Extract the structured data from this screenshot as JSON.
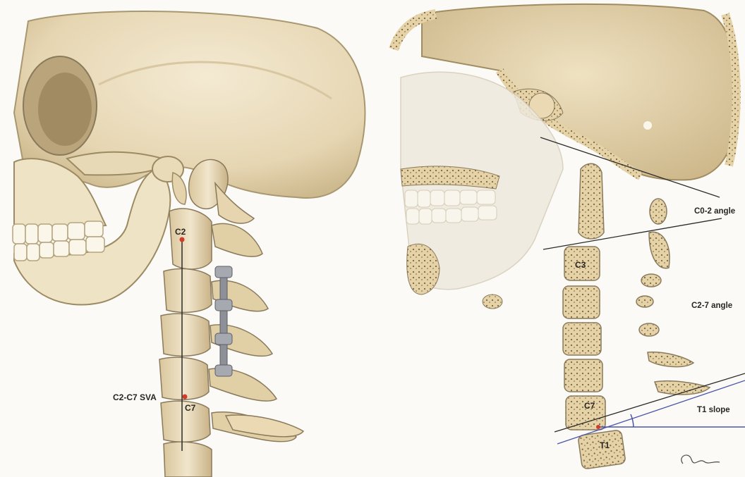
{
  "left_panel": {
    "labels": {
      "c2": "C2",
      "c7": "C7",
      "sva": "C2-C7 SVA"
    }
  },
  "right_panel": {
    "labels": {
      "c3": "C3",
      "c7": "C7",
      "t1": "T1",
      "c0_2_angle": "C0-2 angle",
      "c2_7_angle": "C2-7 angle",
      "t1_slope": "T1 slope"
    }
  },
  "colors": {
    "bone": "#ecdfc0",
    "bone_shadow": "#cdb98e",
    "outline": "#8a7a5c",
    "line_dark": "#2b2b2b",
    "line_blue": "#4a55a8",
    "marker": "#d23a2a",
    "hardware": "#7d7f88"
  }
}
